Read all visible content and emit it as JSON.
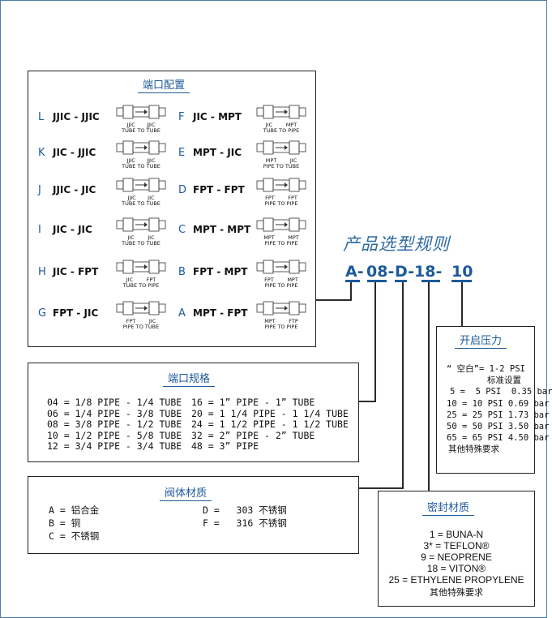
{
  "ports": {
    "title": "端口配置",
    "items": [
      {
        "code": "L",
        "name": "JJIC - JJIC",
        "label1": "JJIC       JJIC",
        "label2": "TUBE TO TUBE"
      },
      {
        "code": "F",
        "name": "JIC - MPT",
        "label1": "JIC        MPT",
        "label2": "TUBE TO PIPE"
      },
      {
        "code": "K",
        "name": "JIC - JJIC",
        "label1": "JJIC       JJIC",
        "label2": "TUBE TO TUBE"
      },
      {
        "code": "E",
        "name": "MPT - JIC",
        "label1": "MPT        JIC",
        "label2": "PIPE TO TUBE"
      },
      {
        "code": "J",
        "name": "JJIC - JIC",
        "label1": "JJIC       JIC",
        "label2": "TUBE TO TUBE"
      },
      {
        "code": "D",
        "name": "FPT - FPT",
        "label1": "FPT        FPT",
        "label2": "PIPE TO PIPE"
      },
      {
        "code": "I",
        "name": "JIC - JIC",
        "label1": "JIC        JIC",
        "label2": "TUBE TO TUBE"
      },
      {
        "code": "C",
        "name": "MPT - MPT",
        "label1": "MPT        MPT",
        "label2": "PIPE TO PIPE"
      },
      {
        "code": "H",
        "name": "JIC - FPT",
        "label1": "JIC        FPT",
        "label2": "TUBE TO PIPE"
      },
      {
        "code": "B",
        "name": "FPT - MPT",
        "label1": "FPT        MPT",
        "label2": "PIPE TO PIPE"
      },
      {
        "code": "G",
        "name": "FPT - JIC",
        "label1": "FPT        JIC",
        "label2": "PIPE TO TUBE"
      },
      {
        "code": "A",
        "name": "MPT - FPT",
        "label1": "MPT        FTP",
        "label2": "PIPE TO PIPE"
      }
    ]
  },
  "rule": {
    "title": "产品选型规则",
    "segments": [
      "A-",
      "08-",
      "D-",
      "18-",
      "10"
    ]
  },
  "pressure": {
    "title": "开启压力",
    "lines": [
      "“ 空白”= 1-2 PSI",
      "标准设置",
      "5 =  5 PSI  0.35 bar",
      "10 = 10 PSI 0.69 bar",
      "25 = 25 PSI 1.73 bar",
      "50 = 50 PSI 3.50 bar",
      "65 = 65 PSI 4.50 bar",
      "其他特殊要求"
    ]
  },
  "size": {
    "title": "端口规格",
    "left": [
      "04 = 1/8 PIPE - 1/4 TUBE",
      "06 = 1/4 PIPE - 3/8 TUBE",
      "08 = 3/8 PIPE - 1/2 TUBE",
      "10 = 1/2 PIPE - 5/8 TUBE",
      "12 = 3/4 PIPE - 3/4 TUBE"
    ],
    "right": [
      "16 = 1” PIPE - 1” TUBE",
      "20 = 1 1/4 PIPE - 1 1/4 TUBE",
      "24 = 1 1/2 PIPE - 1 1/2 TUBE",
      "32 = 2” PIPE - 2” TUBE",
      "48 = 3” PIPE"
    ]
  },
  "body": {
    "title": "阀体材质",
    "left": [
      "A = 铝合金",
      "B = 铜",
      "C = 不锈钢"
    ],
    "right": [
      "D =   303 不锈钢",
      "F =   316 不锈钢"
    ]
  },
  "seal": {
    "title": "密封材质",
    "lines": [
      "1 = BUNA-N",
      "3* = TEFLON®",
      "9 = NEOPRENE",
      "18 = VITON®",
      "25 = ETHYLENE PROPYLENE",
      "其他特殊要求"
    ]
  },
  "colors": {
    "accent": "#1d5a9a",
    "border": "#222222"
  }
}
